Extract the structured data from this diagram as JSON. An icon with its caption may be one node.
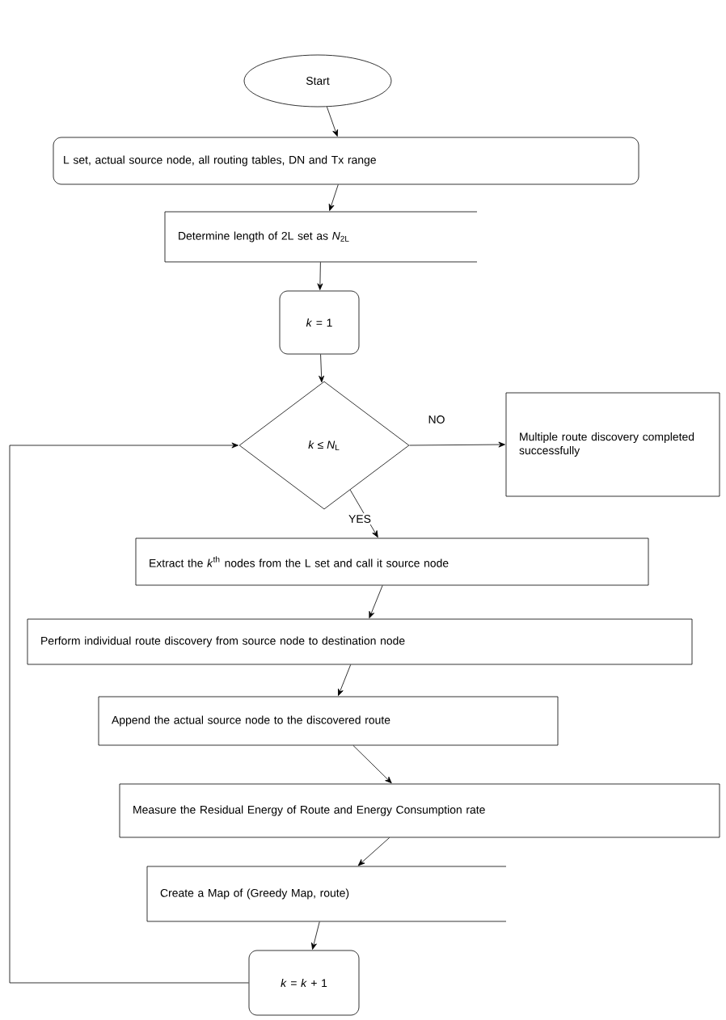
{
  "diagram": {
    "nodes": [
      {
        "text": [
          "Start"
        ]
      },
      {
        "text": [
          "L set, actual source node, all routing tables, DN and Tx range"
        ]
      },
      {
        "text": [
          "Determine length of 2L set as *N*$_{2L}$"
        ]
      },
      {
        "text": [
          "*k* = 1"
        ]
      },
      {
        "text": [
          "*k* ≤ *N*$_{L}$"
        ]
      },
      {
        "text": [
          "Multiple route discovery completed successfully"
        ]
      },
      {
        "text": [
          "Extract the *k*$^{th}$ nodes from the L set and call it source node"
        ]
      },
      {
        "text": [
          "Perform individual route discovery from source node to destination node"
        ]
      },
      {
        "text": [
          "Append the actual source node to the discovered route"
        ]
      },
      {
        "text": [
          "Measure the Residual Energy of Route and Energy Consumption rate"
        ]
      },
      {
        "text": [
          "Create a Map of (Greedy Map, route)"
        ]
      },
      {
        "text": [
          "*k* = *k* + 1"
        ]
      }
    ],
    "edges": [
      {
        "from": 0,
        "to": 1,
        "arrow": "to"
      },
      {
        "from": 1,
        "to": 2,
        "arrow": "to"
      },
      {
        "from": 2,
        "to": 3,
        "arrow": "to"
      },
      {
        "from": 3,
        "to": 4,
        "arrow": "to"
      },
      {
        "from": 4,
        "to": 5,
        "arrow": "to",
        "label": "NO"
      },
      {
        "from": 4,
        "to": 6,
        "arrow": "to",
        "label": "YES"
      },
      {
        "from": 6,
        "to": 7,
        "arrow": "to"
      },
      {
        "from": 7,
        "to": 8,
        "arrow": "to"
      },
      {
        "from": 8,
        "to": 9,
        "arrow": "to"
      },
      {
        "from": 9,
        "to": 10,
        "arrow": "to"
      },
      {
        "from": 10,
        "to": 11,
        "arrow": "to"
      },
      {
        "from": 11,
        "to": 4,
        "arrow": "to"
      }
    ]
  }
}
